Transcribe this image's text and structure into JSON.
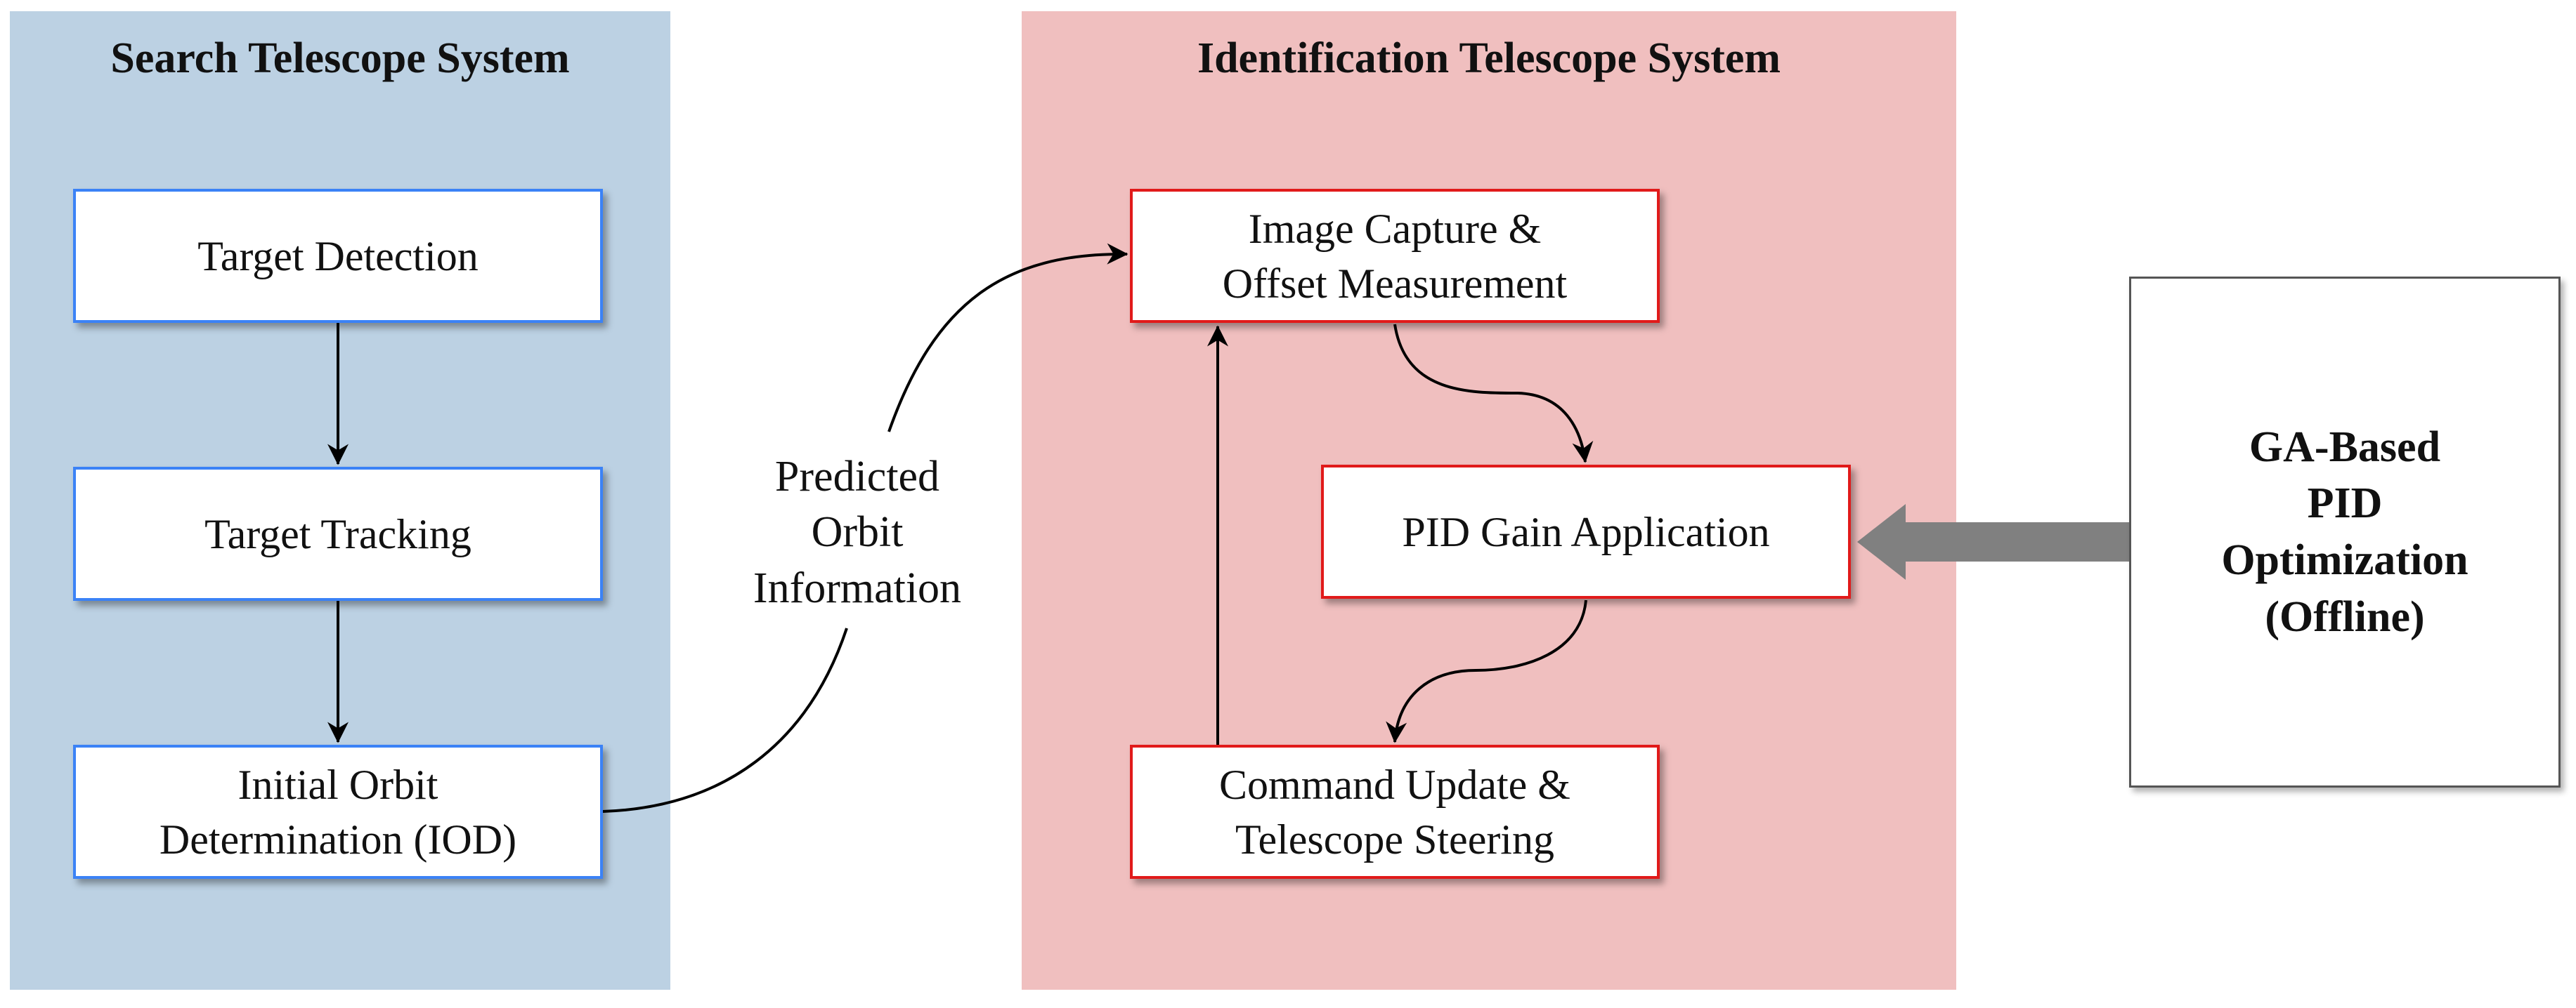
{
  "panels": {
    "search": {
      "title": "Search Telescope System",
      "color": "#bcd1e3"
    },
    "identification": {
      "title": "Identification Telescope System",
      "color": "#f0bfbf"
    }
  },
  "search_boxes": {
    "target_detection": "Target Detection",
    "target_tracking": "Target Tracking",
    "iod_line1": "Initial Orbit",
    "iod_line2": "Determination (IOD)"
  },
  "identification_boxes": {
    "image_capture_line1": "Image Capture &",
    "image_capture_line2": "Offset Measurement",
    "pid_gain": "PID Gain Application",
    "command_update_line1": "Command Update &",
    "command_update_line2": "Telescope Steering"
  },
  "ga_box": {
    "line1": "GA-Based",
    "line2": "PID",
    "line3": "Optimization",
    "line4": "(Offline)"
  },
  "edge_label": {
    "line1": "Predicted",
    "line2": "Orbit",
    "line3": "Information"
  },
  "colors": {
    "search_border": "#3b82f6",
    "identification_border": "#e11a1a",
    "ga_arrow": "#808080"
  }
}
